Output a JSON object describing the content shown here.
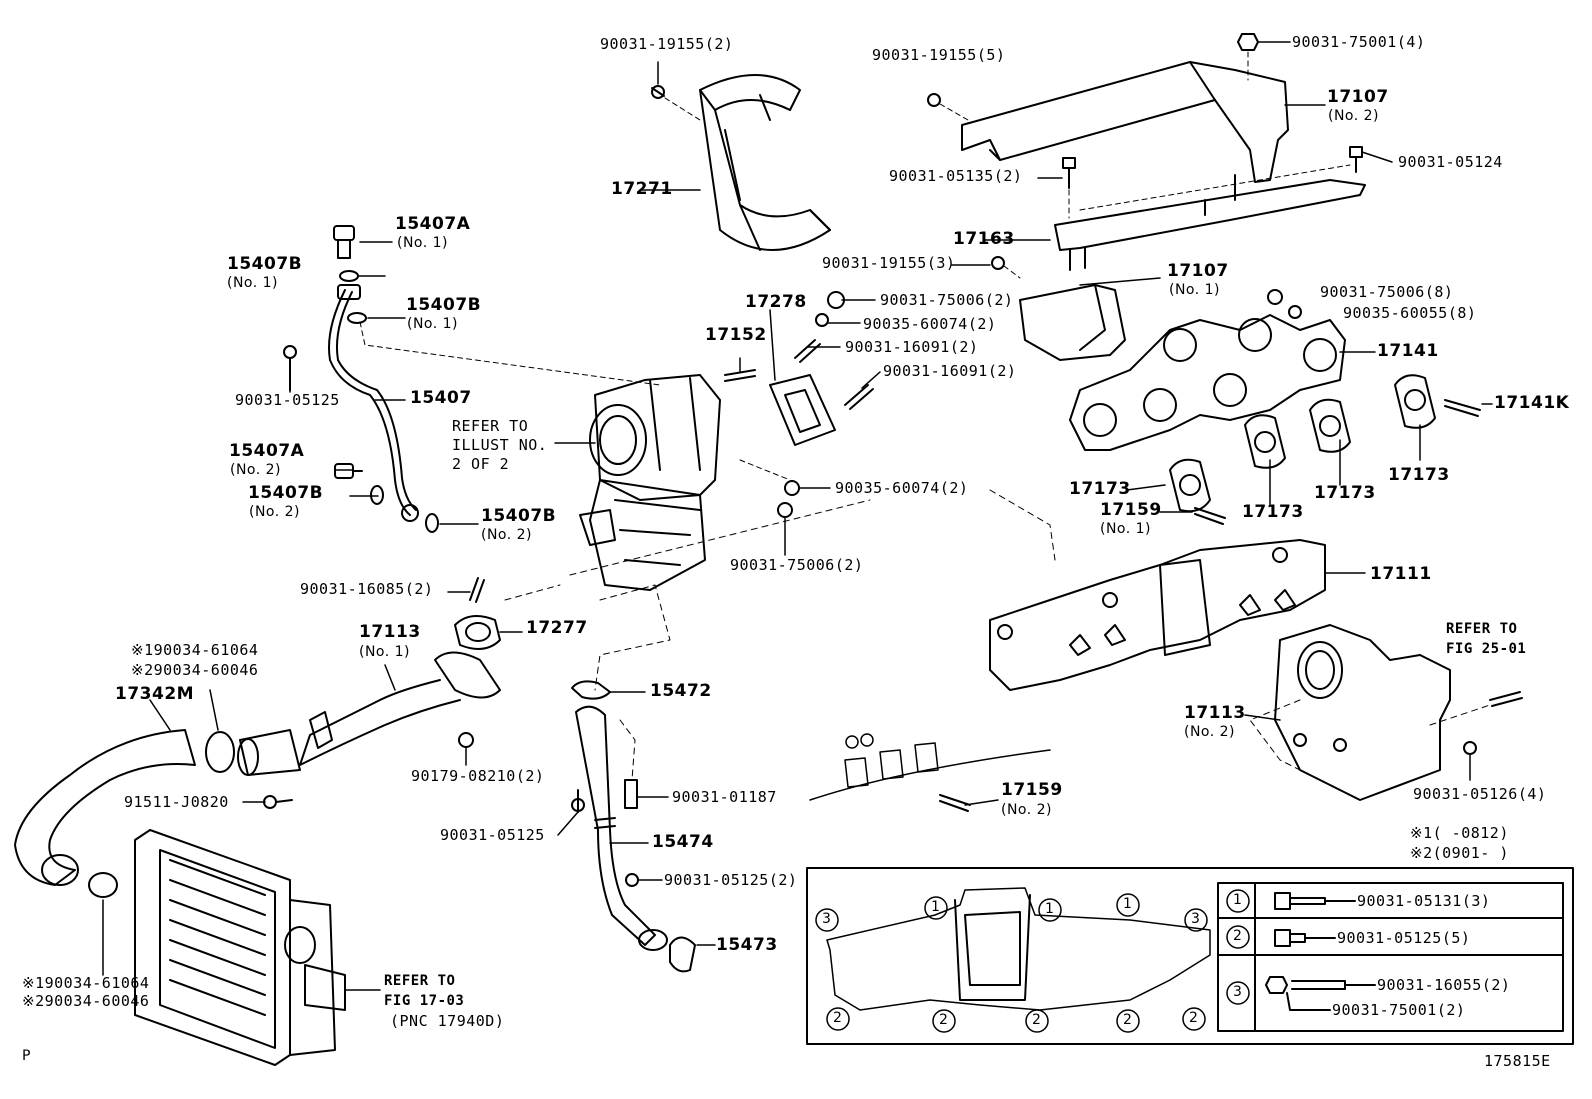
{
  "colors": {
    "ink": "#000000",
    "paper": "#ffffff"
  },
  "labels": {
    "b_90031_19155_2": "90031-19155(2)",
    "b_90031_19155_5": "90031-19155(5)",
    "b_90031_75001_4": "90031-75001(4)",
    "p_17107_2": "17107",
    "p_17107_2_sub": "(No. 2)",
    "p_17271": "17271",
    "b_90031_05135_2": "90031-05135(2)",
    "b_90031_05124": "90031-05124",
    "p_15407A_1": "15407A",
    "p_15407A_1_sub": "(No. 1)",
    "p_15407B_1a": "15407B",
    "p_15407B_1a_sub": "(No. 1)",
    "p_15407B_1b": "15407B",
    "p_15407B_1b_sub": "(No. 1)",
    "p_17163": "17163",
    "b_90031_19155_3": "90031-19155(3)",
    "p_17107_1": "17107",
    "p_17107_1_sub": "(No. 1)",
    "p_17278": "17278",
    "b_90031_75006_2a": "90031-75006(2)",
    "b_90031_75006_8": "90031-75006(8)",
    "b_90035_60074_2a": "90035-60074(2)",
    "b_90035_60055_8": "90035-60055(8)",
    "p_17152": "17152",
    "b_90031_16091_2a": "90031-16091(2)",
    "b_90031_16091_2b": "90031-16091(2)",
    "p_17141": "17141",
    "b_90031_05125_a": "90031-05125",
    "p_15407": "15407",
    "refer_illust_1": "REFER TO",
    "refer_illust_2": "ILLUST NO.",
    "refer_illust_3": "2 OF 2",
    "p_17141K": "17141K",
    "p_15407A_2": "15407A",
    "p_15407A_2_sub": "(No. 2)",
    "p_15407B_2a": "15407B",
    "p_15407B_2a_sub": "(No. 2)",
    "p_15407B_2b": "15407B",
    "p_15407B_2b_sub": "(No. 2)",
    "b_90035_60074_2b": "90035-60074(2)",
    "p_17173_a": "17173",
    "p_17173_b": "17173",
    "p_17173_c": "17173",
    "p_17173_d": "17173",
    "p_17159_1": "17159",
    "p_17159_1_sub": "(No. 1)",
    "b_90031_75006_2b": "90031-75006(2)",
    "b_90031_16085_2": "90031-16085(2)",
    "p_17111": "17111",
    "p_17277": "17277",
    "p_17113_1": "17113",
    "p_17113_1_sub": "(No. 1)",
    "refer_fig25_1": "REFER TO",
    "refer_fig25_2": "FIG 25-01",
    "n_190034_61064_a": "※190034-61064",
    "n_290034_60046_a": "※290034-60046",
    "p_17342M": "17342M",
    "p_15472": "15472",
    "p_17113_2": "17113",
    "p_17113_2_sub": "(No. 2)",
    "b_90179_08210_2": "90179-08210(2)",
    "b_91511_J0820": "91511-J0820",
    "b_90031_01187": "90031-01187",
    "p_17159_2": "17159",
    "p_17159_2_sub": "(No. 2)",
    "b_90031_05126_4": "90031-05126(4)",
    "b_90031_05125_b": "90031-05125",
    "p_15474": "15474",
    "n_1_range": "※1(     -0812)",
    "n_2_range": "※2(0901-     )",
    "b_90031_05125_2": "90031-05125(2)",
    "p_15473": "15473",
    "n_190034_61064_b": "※190034-61064",
    "n_290034_60046_b": "※290034-60046",
    "refer_fig17_1": "REFER TO",
    "refer_fig17_2": "FIG 17-03",
    "refer_fig17_3": "(PNC 17940D)",
    "p_corner": "P",
    "figure_id": "175815E"
  },
  "legend": {
    "circle_1": "1",
    "circle_2": "2",
    "circle_3": "3",
    "row1_part": "90031-05131(3)",
    "row2_part": "90031-05125(5)",
    "row3_part_a": "90031-16055(2)",
    "row3_part_b": "90031-75001(2)"
  }
}
